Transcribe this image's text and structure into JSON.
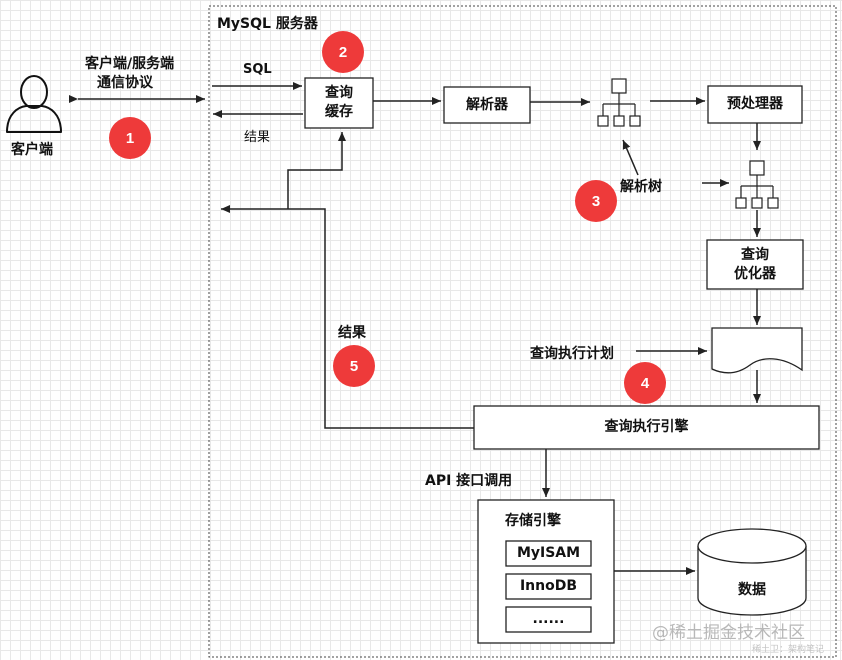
{
  "server": {
    "title": "MySQL 服务器"
  },
  "client": {
    "label": "客户端"
  },
  "protocol": {
    "line1": "客户端/服务端",
    "line2": "通信协议"
  },
  "edges": {
    "sql": "SQL",
    "result_small": "结果",
    "result_big": "结果",
    "parse_tree": "解析树",
    "exec_plan": "查询执行计划",
    "api": "API 接口调用"
  },
  "boxes": {
    "query_cache": {
      "line1": "查询",
      "line2": "缓存"
    },
    "parser": "解析器",
    "preprocessor": "预处理器",
    "optimizer": {
      "line1": "查询",
      "line2": "优化器"
    },
    "exec_engine": "查询执行引擎",
    "storage": {
      "title": "存储引擎",
      "items": [
        "MyISAM",
        "InnoDB",
        "......"
      ]
    },
    "data": "数据"
  },
  "badges": [
    "1",
    "2",
    "3",
    "4",
    "5"
  ],
  "watermark": {
    "main": "@稀土掘金技术社区",
    "sub": "稀土卫：架构笔记"
  }
}
